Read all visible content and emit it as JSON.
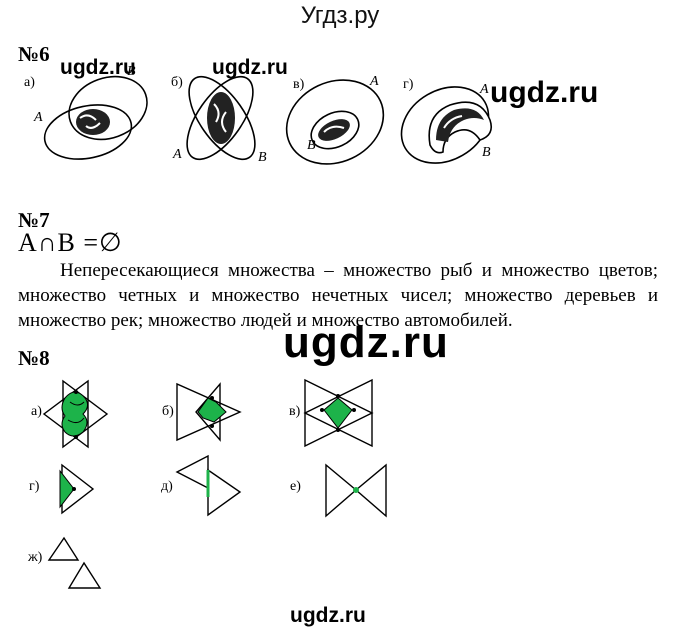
{
  "header": {
    "title": "Угдз.ру"
  },
  "watermarks": {
    "small_1": "ugdz.ru",
    "small_2": "ugdz.ru",
    "medium": "ugdz.ru",
    "large": "ugdz.ru",
    "footer": "ugdz.ru"
  },
  "task6": {
    "number": "№6",
    "items": [
      {
        "label": "а)",
        "set_a": "A",
        "set_b": "B"
      },
      {
        "label": "б)",
        "set_a": "A",
        "set_b": "B"
      },
      {
        "label": "в)",
        "set_a": "A",
        "set_b": "B"
      },
      {
        "label": "г)",
        "set_a": "A",
        "set_b": "B"
      }
    ]
  },
  "task7": {
    "number": "№7",
    "formula": "A∩B =∅",
    "text": "Непересекающиеся множества – множество рыб и множество цветов; множество четных и множество нечетных чисел; множество деревьев и множество рек; множество людей и множество автомобилей."
  },
  "task8": {
    "number": "№8",
    "items": [
      {
        "label": "а)"
      },
      {
        "label": "б)"
      },
      {
        "label": "в)"
      },
      {
        "label": "г)"
      },
      {
        "label": "д)"
      },
      {
        "label": "е)"
      },
      {
        "label": "ж)"
      }
    ],
    "fill_color": "#1db34a"
  }
}
